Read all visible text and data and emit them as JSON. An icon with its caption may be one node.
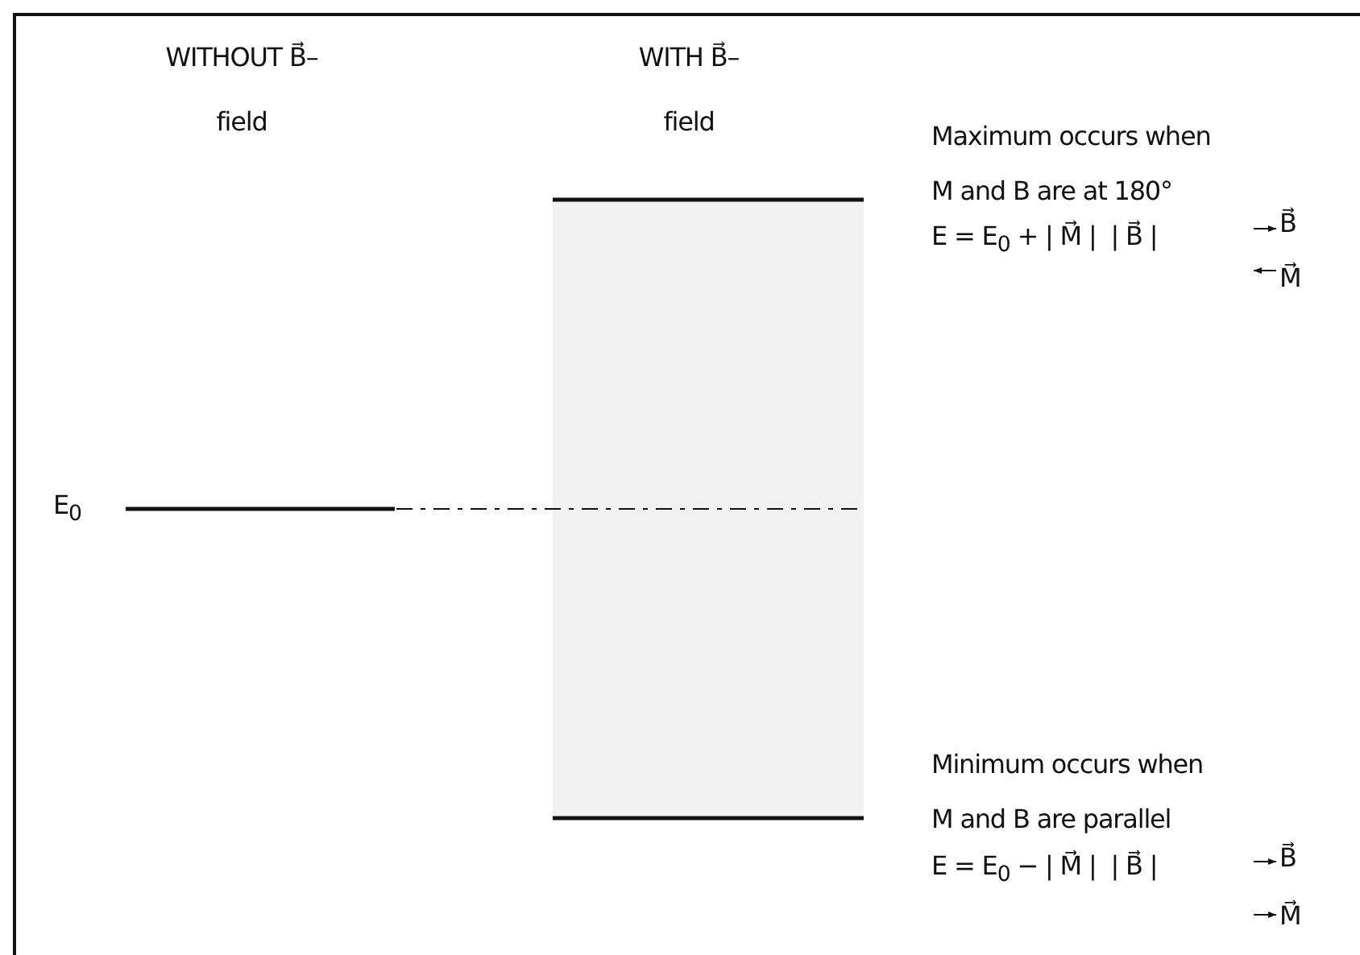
{
  "diagram": {
    "nodes": [
      {
        "text": [],
        "shape": "box"
      }
    ],
    "labels": [
      "WITHOUT B⃗–field",
      "WITH B⃗–field",
      "Maximum occurs when M and B are at 180°",
      "E = E$_{0}$ + | M⃗ |  | B⃗ |",
      "B⃗",
      "M⃗",
      "E$_{0}$",
      "Minimum occurs when M and B are parallel",
      "E = E$_{0}$ − | M⃗ |  | B⃗ |",
      "B⃗",
      "M⃗"
    ]
  }
}
